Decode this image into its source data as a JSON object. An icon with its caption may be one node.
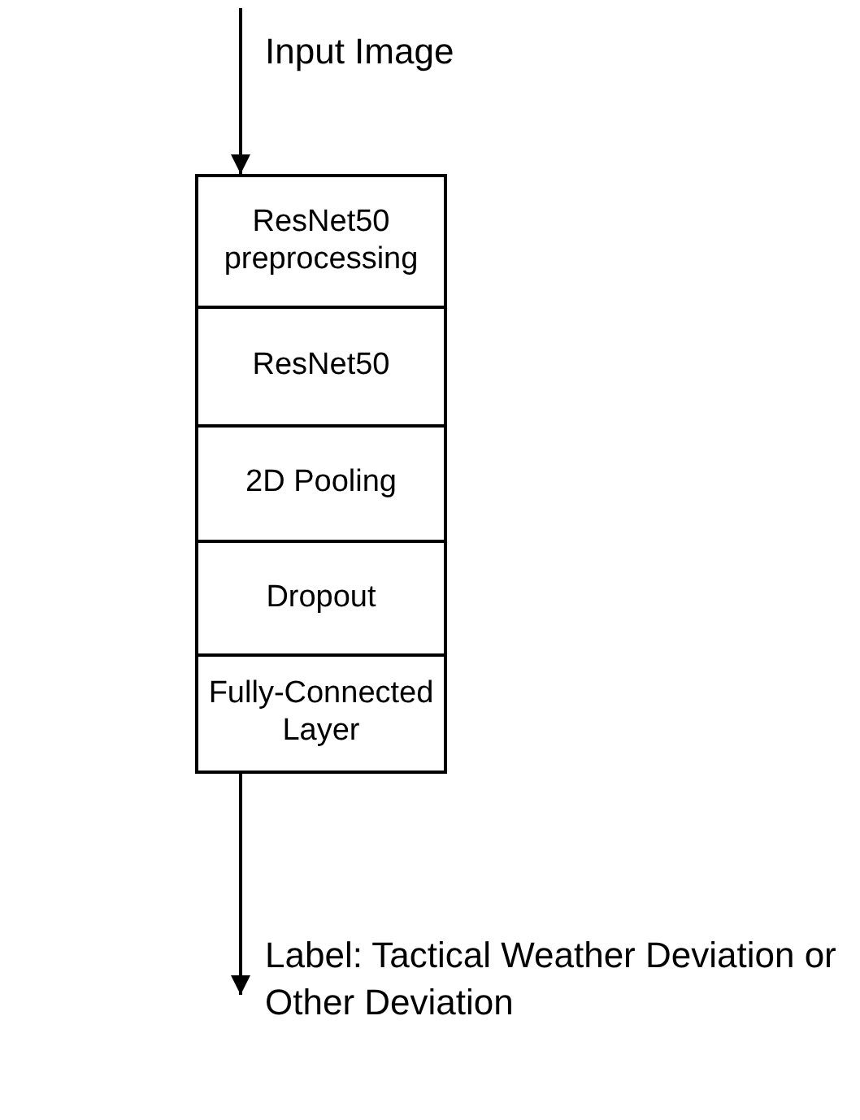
{
  "diagram": {
    "nodes": [
      {
        "text": [
          "ResNet50 preprocessing"
        ]
      },
      {
        "text": [
          "ResNet50"
        ]
      },
      {
        "text": [
          "2D Pooling"
        ]
      },
      {
        "text": [
          "Dropout"
        ]
      },
      {
        "text": [
          "Fully-Connected Layer"
        ]
      }
    ],
    "edges": [
      {
        "from": null,
        "to": 0,
        "arrow": "to",
        "label": "Input Image"
      },
      {
        "from": 4,
        "to": null,
        "arrow": "to",
        "label": "Label: Tactical Weather Deviation or Other Deviation"
      }
    ]
  }
}
